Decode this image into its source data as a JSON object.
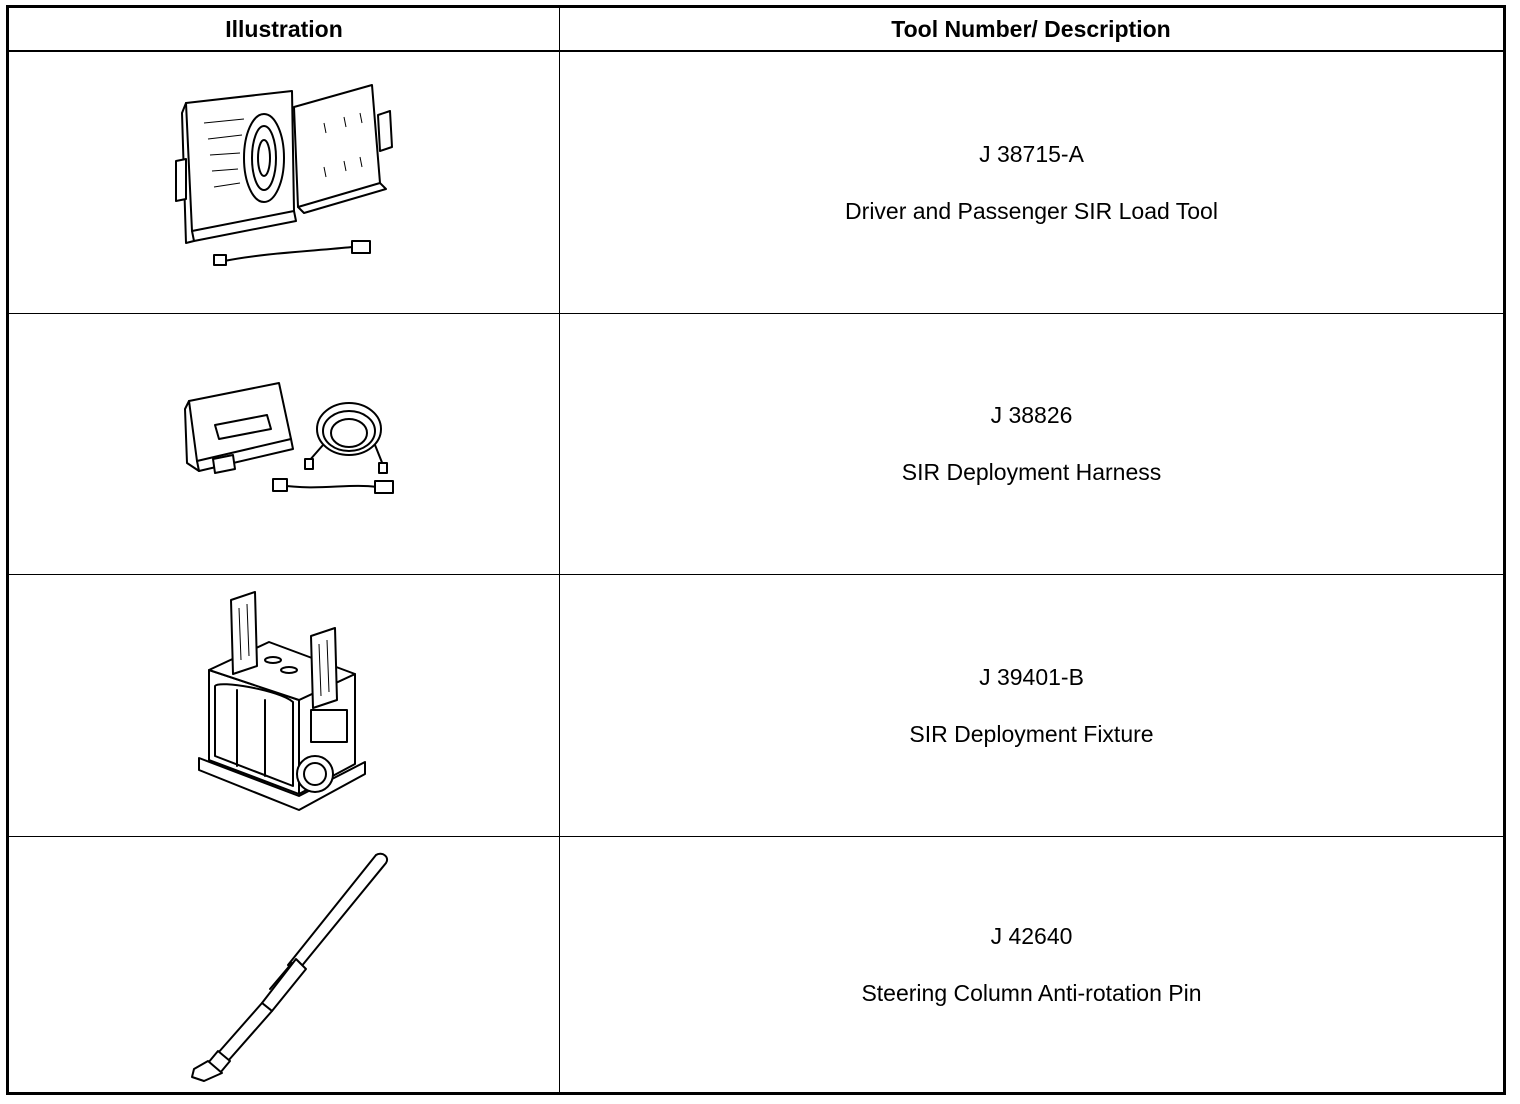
{
  "table": {
    "headers": {
      "illustration": "Illustration",
      "tool_description": "Tool Number/ Description"
    },
    "rows": [
      {
        "tool_number": "J 38715-A",
        "description": "Driver and Passenger SIR Load Tool"
      },
      {
        "tool_number": "J 38826",
        "description": "SIR Deployment Harness"
      },
      {
        "tool_number": "J 39401-B",
        "description": "SIR Deployment Fixture"
      },
      {
        "tool_number": "J 42640",
        "description": "Steering Column Anti-rotation Pin"
      }
    ]
  }
}
